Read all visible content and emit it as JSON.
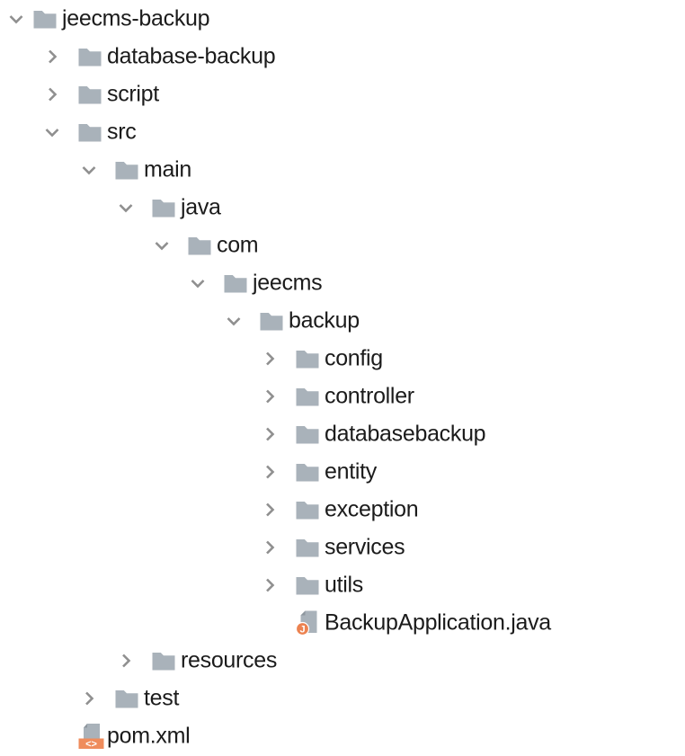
{
  "colors": {
    "background": "#ffffff",
    "text": "#1b1b1b",
    "chevron": "#8f8f8f",
    "folder": "#a9b2ba",
    "page": "#a9b2ba",
    "page_fold": "#8e979e",
    "java_badge": "#ec8250",
    "xml_badge": "#ef8c5c"
  },
  "tree": {
    "rows": [
      {
        "label": "jeecms-backup",
        "level": 0,
        "type": "folder",
        "state": "expanded"
      },
      {
        "label": "database-backup",
        "level": 1,
        "type": "folder",
        "state": "collapsed"
      },
      {
        "label": "script",
        "level": 1,
        "type": "folder",
        "state": "collapsed"
      },
      {
        "label": "src",
        "level": 1,
        "type": "folder",
        "state": "expanded"
      },
      {
        "label": "main",
        "level": 2,
        "type": "folder",
        "state": "expanded"
      },
      {
        "label": "java",
        "level": 3,
        "type": "folder",
        "state": "expanded"
      },
      {
        "label": "com",
        "level": 4,
        "type": "folder",
        "state": "expanded"
      },
      {
        "label": "jeecms",
        "level": 5,
        "type": "folder",
        "state": "expanded"
      },
      {
        "label": "backup",
        "level": 6,
        "type": "folder",
        "state": "expanded"
      },
      {
        "label": "config",
        "level": 7,
        "type": "folder",
        "state": "collapsed"
      },
      {
        "label": "controller",
        "level": 7,
        "type": "folder",
        "state": "collapsed"
      },
      {
        "label": "databasebackup",
        "level": 7,
        "type": "folder",
        "state": "collapsed"
      },
      {
        "label": "entity",
        "level": 7,
        "type": "folder",
        "state": "collapsed"
      },
      {
        "label": "exception",
        "level": 7,
        "type": "folder",
        "state": "collapsed"
      },
      {
        "label": "services",
        "level": 7,
        "type": "folder",
        "state": "collapsed"
      },
      {
        "label": "utils",
        "level": 7,
        "type": "folder",
        "state": "collapsed"
      },
      {
        "label": "BackupApplication.java",
        "level": 7,
        "type": "file-java",
        "state": "none",
        "badge": "J"
      },
      {
        "label": "resources",
        "level": 3,
        "type": "folder",
        "state": "collapsed"
      },
      {
        "label": "test",
        "level": 2,
        "type": "folder",
        "state": "collapsed"
      },
      {
        "label": "pom.xml",
        "level": 1,
        "type": "file-xml",
        "state": "none",
        "badge": "<>"
      }
    ]
  }
}
